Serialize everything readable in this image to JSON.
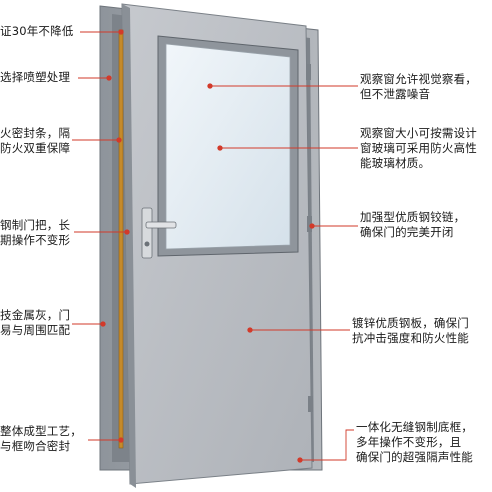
{
  "callouts_left": [
    {
      "id": "warranty",
      "text": "证30年不降低"
    },
    {
      "id": "coating",
      "text": "选择喷塑处理"
    },
    {
      "id": "seal",
      "text": "火密封条，隔\n防火双重保障"
    },
    {
      "id": "handle",
      "text": "钢制门把，长\n期操作不变形"
    },
    {
      "id": "color",
      "text": "技金属灰，门\n易与周围匹配"
    },
    {
      "id": "process",
      "text": "整体成型工艺，\n与框吻合密封"
    }
  ],
  "callouts_right": [
    {
      "id": "window-view",
      "text": "观察窗允许视觉察看，\n但不泄露噪音"
    },
    {
      "id": "window-size",
      "text": "观察窗大小可按需设计\n窗玻璃可采用防火高性\n能玻璃材质。"
    },
    {
      "id": "hinge",
      "text": "加强型优质钢铰链，\n确保门的完美开闭"
    },
    {
      "id": "panel",
      "text": "镀锌优质钢板，确保门\n抗冲击强度和防火性能"
    },
    {
      "id": "frame",
      "text": "一体化无缝钢制底框，\n多年操作不变形，且\n确保门的超强隔声性能"
    }
  ],
  "colors": {
    "door_panel": "#b9bcc1",
    "frame": "#9aa0a7",
    "glass": "#e3ecf3",
    "seal_strip": "#c58a2a",
    "callout_line": "#d23a2a",
    "callout_dot": "#d23a2a"
  },
  "icons": [
    "door-handle-icon",
    "hinge-icon"
  ]
}
